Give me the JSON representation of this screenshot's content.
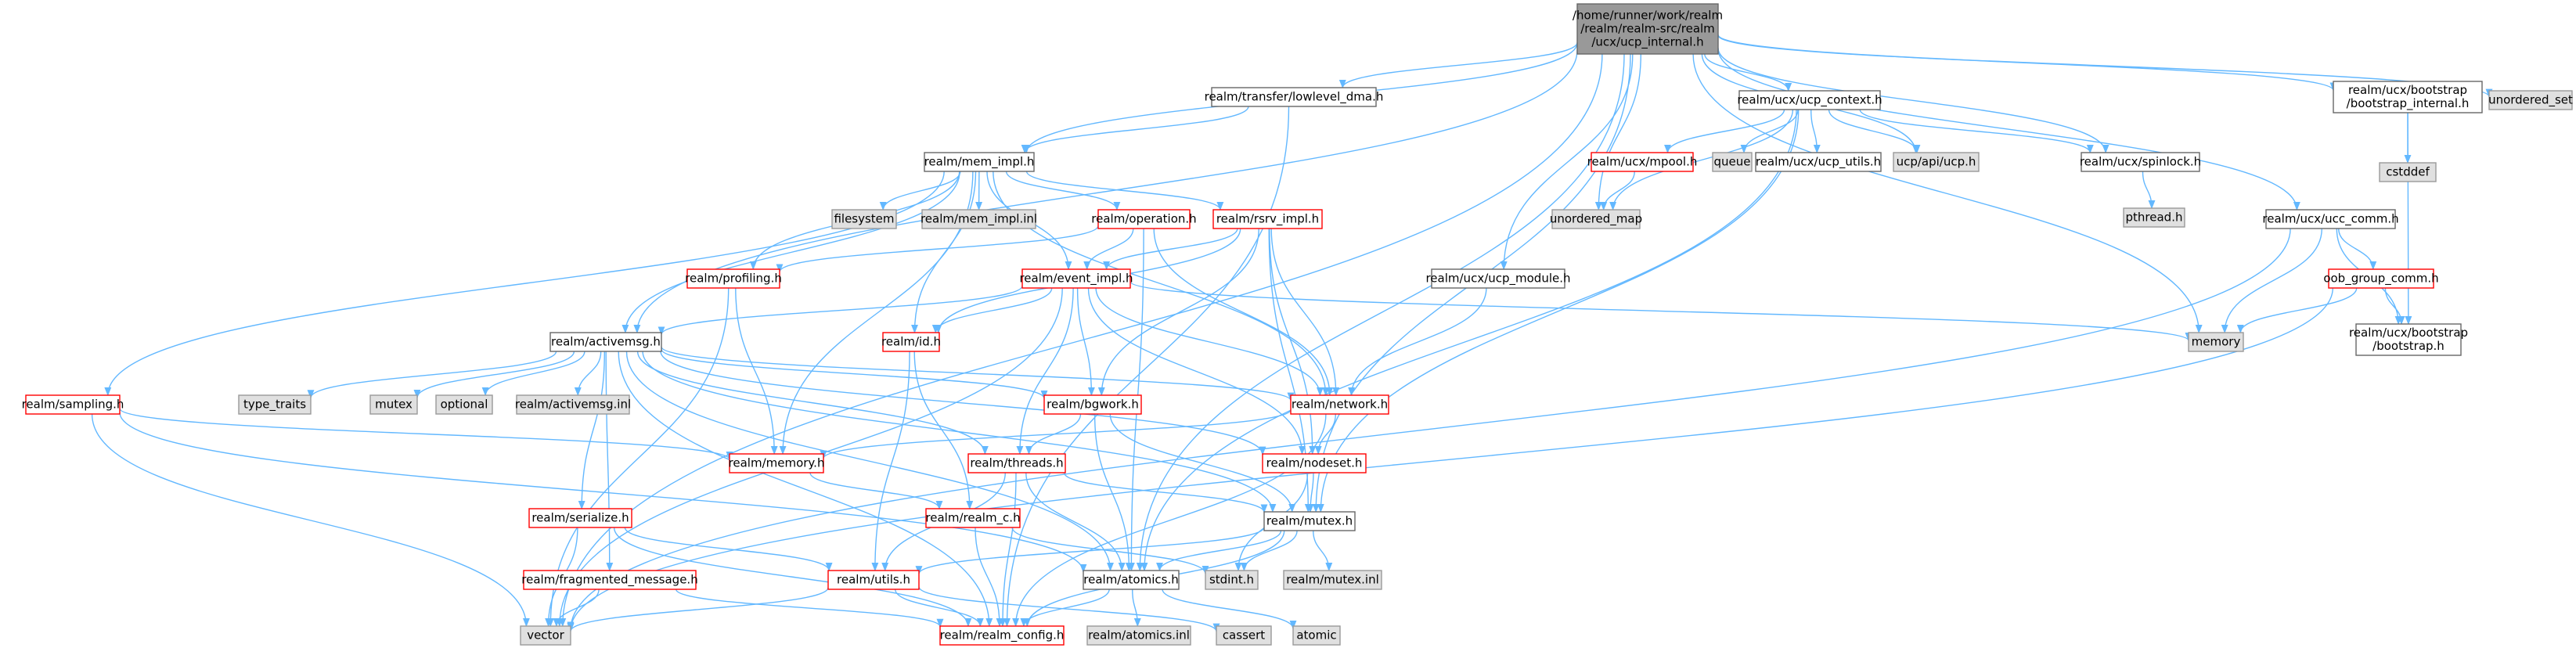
{
  "graph": {
    "colors": {
      "edge": "#63b8ff",
      "root_fill": "#999999",
      "normal_border": "#666666",
      "missing_fill": "#e0e0e0",
      "missing_border": "#999999",
      "incomplete_border": "#ff0000"
    },
    "nodes": [
      {
        "id": "root",
        "lines": [
          "/home/runner/work/realm",
          "/realm/realm-src/realm",
          "/ucx/ucp_internal.h"
        ],
        "kind": "root"
      },
      {
        "id": "mem_impl",
        "lines": [
          "realm/mem_impl.h"
        ],
        "kind": "normal"
      },
      {
        "id": "transfer",
        "lines": [
          "realm/transfer/lowlevel_dma.h"
        ],
        "kind": "normal"
      },
      {
        "id": "ucp_context",
        "lines": [
          "realm/ucx/ucp_context.h"
        ],
        "kind": "normal"
      },
      {
        "id": "bootstrap_internal",
        "lines": [
          "realm/ucx/bootstrap",
          "/bootstrap_internal.h"
        ],
        "kind": "normal"
      },
      {
        "id": "unordered_set",
        "lines": [
          "unordered_set"
        ],
        "kind": "missing"
      },
      {
        "id": "ucx_utils",
        "lines": [
          "realm/ucx/ucp_utils.h"
        ],
        "kind": "normal"
      },
      {
        "id": "mpool",
        "lines": [
          "realm/ucx/mpool.h"
        ],
        "kind": "incomplete"
      },
      {
        "id": "queue",
        "lines": [
          "queue"
        ],
        "kind": "missing"
      },
      {
        "id": "ucp_api",
        "lines": [
          "ucp/api/ucp.h"
        ],
        "kind": "missing"
      },
      {
        "id": "spinlock",
        "lines": [
          "realm/ucx/spinlock.h"
        ],
        "kind": "normal"
      },
      {
        "id": "cstddef",
        "lines": [
          "cstddef"
        ],
        "kind": "missing"
      },
      {
        "id": "unordered_map",
        "lines": [
          "unordered_map"
        ],
        "kind": "missing"
      },
      {
        "id": "pthread",
        "lines": [
          "pthread.h"
        ],
        "kind": "missing"
      },
      {
        "id": "ucc_comm",
        "lines": [
          "realm/ucx/ucc_comm.h"
        ],
        "kind": "normal"
      },
      {
        "id": "oob_group",
        "lines": [
          "oob_group_comm.h"
        ],
        "kind": "incomplete"
      },
      {
        "id": "memory_std",
        "lines": [
          "memory"
        ],
        "kind": "missing"
      },
      {
        "id": "bootstrap_h",
        "lines": [
          "realm/ucx/bootstrap",
          "/bootstrap.h"
        ],
        "kind": "normal"
      },
      {
        "id": "filesystem",
        "lines": [
          "filesystem"
        ],
        "kind": "missing"
      },
      {
        "id": "mem_impl_inl",
        "lines": [
          "realm/mem_impl.inl"
        ],
        "kind": "missing"
      },
      {
        "id": "operation",
        "lines": [
          "realm/operation.h"
        ],
        "kind": "incomplete"
      },
      {
        "id": "rsrv_impl",
        "lines": [
          "realm/rsrv_impl.h"
        ],
        "kind": "incomplete"
      },
      {
        "id": "ucp_module",
        "lines": [
          "realm/ucx/ucp_module.h"
        ],
        "kind": "normal"
      },
      {
        "id": "profiling",
        "lines": [
          "realm/profiling.h"
        ],
        "kind": "incomplete"
      },
      {
        "id": "event_impl",
        "lines": [
          "realm/event_impl.h"
        ],
        "kind": "incomplete"
      },
      {
        "id": "activemsg",
        "lines": [
          "realm/activemsg.h"
        ],
        "kind": "normal"
      },
      {
        "id": "id",
        "lines": [
          "realm/id.h"
        ],
        "kind": "incomplete"
      },
      {
        "id": "sampling",
        "lines": [
          "realm/sampling.h"
        ],
        "kind": "incomplete"
      },
      {
        "id": "type_traits",
        "lines": [
          "type_traits"
        ],
        "kind": "missing"
      },
      {
        "id": "mutex_std",
        "lines": [
          "mutex"
        ],
        "kind": "missing"
      },
      {
        "id": "optional",
        "lines": [
          "optional"
        ],
        "kind": "missing"
      },
      {
        "id": "activemsg_inl",
        "lines": [
          "realm/activemsg.inl"
        ],
        "kind": "missing"
      },
      {
        "id": "bgwork",
        "lines": [
          "realm/bgwork.h"
        ],
        "kind": "incomplete"
      },
      {
        "id": "network",
        "lines": [
          "realm/network.h"
        ],
        "kind": "incomplete"
      },
      {
        "id": "memory_h",
        "lines": [
          "realm/memory.h"
        ],
        "kind": "incomplete"
      },
      {
        "id": "threads",
        "lines": [
          "realm/threads.h"
        ],
        "kind": "incomplete"
      },
      {
        "id": "nodeset",
        "lines": [
          "realm/nodeset.h"
        ],
        "kind": "incomplete"
      },
      {
        "id": "serialize",
        "lines": [
          "realm/serialize.h"
        ],
        "kind": "incomplete"
      },
      {
        "id": "realm_c",
        "lines": [
          "realm/realm_c.h"
        ],
        "kind": "incomplete"
      },
      {
        "id": "mutex_h",
        "lines": [
          "realm/mutex.h"
        ],
        "kind": "normal"
      },
      {
        "id": "fragmented",
        "lines": [
          "realm/fragmented_message.h"
        ],
        "kind": "incomplete"
      },
      {
        "id": "utils",
        "lines": [
          "realm/utils.h"
        ],
        "kind": "incomplete"
      },
      {
        "id": "atomics",
        "lines": [
          "realm/atomics.h"
        ],
        "kind": "normal"
      },
      {
        "id": "stdint",
        "lines": [
          "stdint.h"
        ],
        "kind": "missing"
      },
      {
        "id": "mutex_inl",
        "lines": [
          "realm/mutex.inl"
        ],
        "kind": "missing"
      },
      {
        "id": "vector",
        "lines": [
          "vector"
        ],
        "kind": "missing"
      },
      {
        "id": "realm_config",
        "lines": [
          "realm/realm_config.h"
        ],
        "kind": "incomplete"
      },
      {
        "id": "atomics_inl",
        "lines": [
          "realm/atomics.inl"
        ],
        "kind": "missing"
      },
      {
        "id": "cassert",
        "lines": [
          "cassert"
        ],
        "kind": "missing"
      },
      {
        "id": "atomic",
        "lines": [
          "atomic"
        ],
        "kind": "missing"
      }
    ]
  }
}
